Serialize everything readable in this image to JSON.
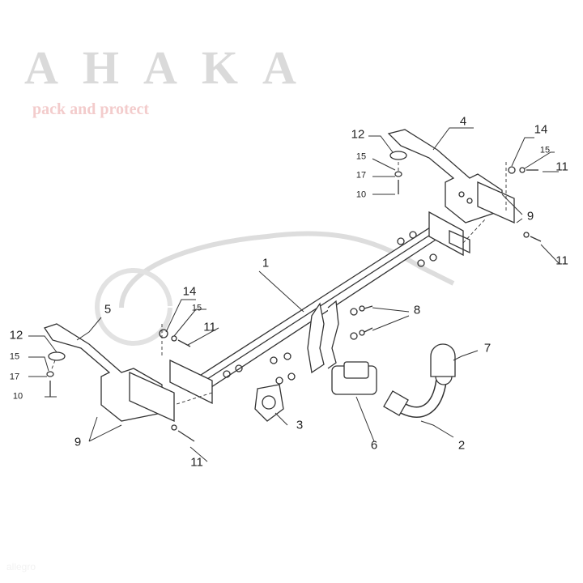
{
  "diagram": {
    "title": "Tow bar exploded parts diagram",
    "watermark": "AHAKA",
    "watermark_sub": "pack and protect",
    "corner_watermark": "allegro",
    "labels": [
      "1",
      "2",
      "3",
      "4",
      "5",
      "6",
      "7",
      "8",
      "9",
      "9",
      "10",
      "10",
      "11",
      "11",
      "11",
      "11",
      "12",
      "12",
      "14",
      "14",
      "15",
      "15",
      "15",
      "15",
      "17",
      "17"
    ]
  }
}
